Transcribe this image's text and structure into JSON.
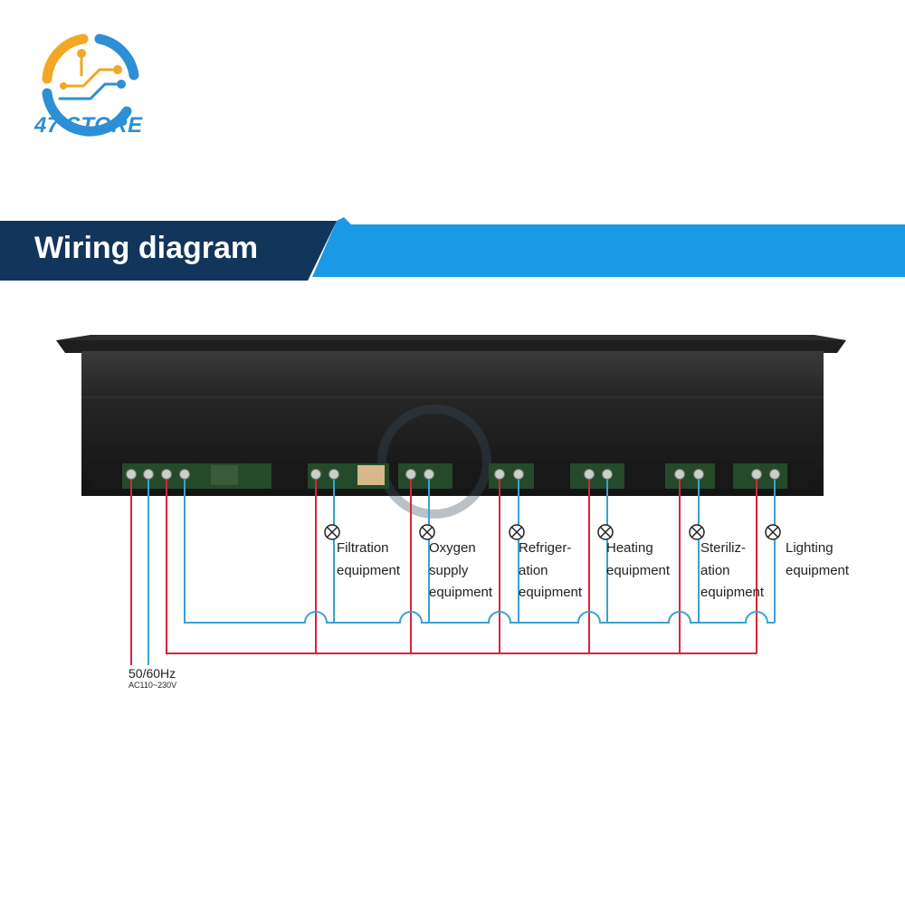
{
  "brand": {
    "name": "47 STORE",
    "logo_icon": "circuit-ring-logo-icon"
  },
  "banner": {
    "title": "Wiring diagram",
    "colors": {
      "dark": "#12355b",
      "light": "#1a9ae6"
    }
  },
  "supply": {
    "frequency": "50/60Hz",
    "voltage": "AC110~230V"
  },
  "loads": [
    {
      "label": "Filtration\nequipment"
    },
    {
      "label": "Oxygen\nsupply\nequipment"
    },
    {
      "label": "Refriger-\nation\nequipment"
    },
    {
      "label": "Heating\nequipment"
    },
    {
      "label": "Steriliz-\nation\nequipment"
    },
    {
      "label": "Lighting\nequipment"
    }
  ],
  "wire_colors": {
    "live": "#d8253a",
    "neutral": "#3aa2d0"
  },
  "lamp_icon": "lamp-cross-icon"
}
